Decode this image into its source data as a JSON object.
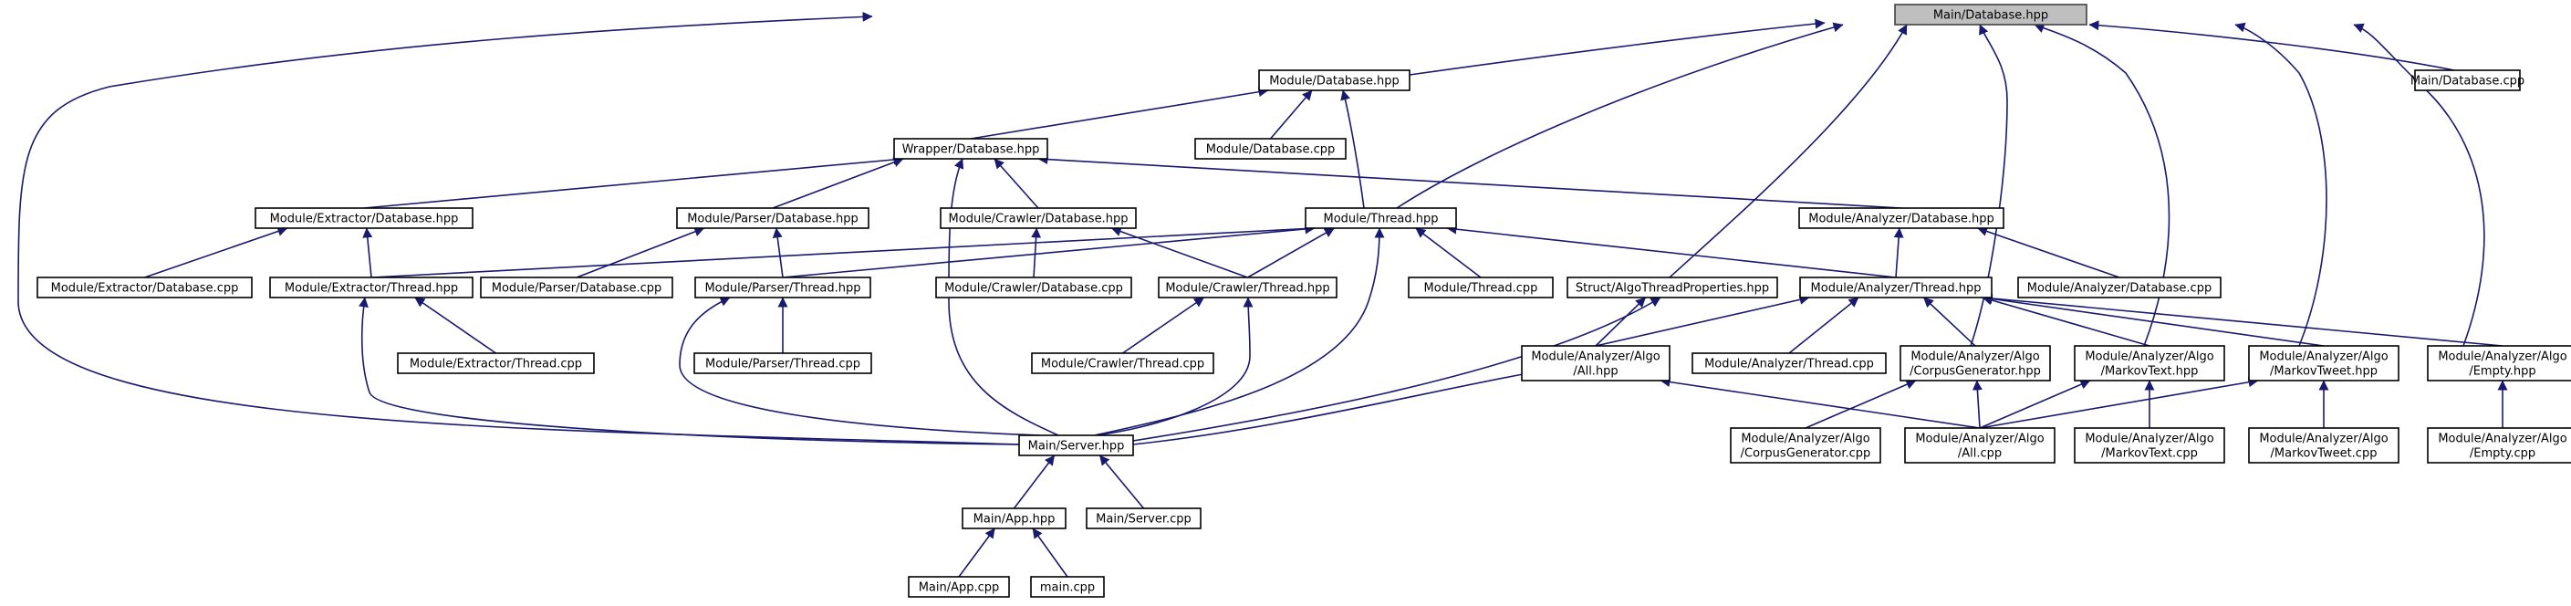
{
  "nodes": [
    {
      "id": "main_database_hpp",
      "lines": [
        "Main/Database.hpp"
      ],
      "highlight": true
    },
    {
      "id": "module_database_hpp",
      "lines": [
        "Module/Database.hpp"
      ]
    },
    {
      "id": "main_database_cpp",
      "lines": [
        "Main/Database.cpp"
      ]
    },
    {
      "id": "wrapper_database_hpp",
      "lines": [
        "Wrapper/Database.hpp"
      ]
    },
    {
      "id": "module_database_cpp",
      "lines": [
        "Module/Database.cpp"
      ]
    },
    {
      "id": "extractor_database_hpp",
      "lines": [
        "Module/Extractor/Database.hpp"
      ]
    },
    {
      "id": "parser_database_hpp",
      "lines": [
        "Module/Parser/Database.hpp"
      ]
    },
    {
      "id": "crawler_database_hpp",
      "lines": [
        "Module/Crawler/Database.hpp"
      ]
    },
    {
      "id": "module_thread_hpp",
      "lines": [
        "Module/Thread.hpp"
      ]
    },
    {
      "id": "analyzer_database_hpp",
      "lines": [
        "Module/Analyzer/Database.hpp"
      ]
    },
    {
      "id": "extractor_database_cpp",
      "lines": [
        "Module/Extractor/Database.cpp"
      ]
    },
    {
      "id": "extractor_thread_hpp",
      "lines": [
        "Module/Extractor/Thread.hpp"
      ]
    },
    {
      "id": "parser_database_cpp",
      "lines": [
        "Module/Parser/Database.cpp"
      ]
    },
    {
      "id": "parser_thread_hpp",
      "lines": [
        "Module/Parser/Thread.hpp"
      ]
    },
    {
      "id": "crawler_database_cpp",
      "lines": [
        "Module/Crawler/Database.cpp"
      ]
    },
    {
      "id": "crawler_thread_hpp",
      "lines": [
        "Module/Crawler/Thread.hpp"
      ]
    },
    {
      "id": "module_thread_cpp",
      "lines": [
        "Module/Thread.cpp"
      ]
    },
    {
      "id": "algo_thread_properties_hpp",
      "lines": [
        "Struct/AlgoThreadProperties.hpp"
      ]
    },
    {
      "id": "analyzer_thread_hpp",
      "lines": [
        "Module/Analyzer/Thread.hpp"
      ]
    },
    {
      "id": "analyzer_database_cpp",
      "lines": [
        "Module/Analyzer/Database.cpp"
      ]
    },
    {
      "id": "extractor_thread_cpp",
      "lines": [
        "Module/Extractor/Thread.cpp"
      ]
    },
    {
      "id": "parser_thread_cpp",
      "lines": [
        "Module/Parser/Thread.cpp"
      ]
    },
    {
      "id": "crawler_thread_cpp",
      "lines": [
        "Module/Crawler/Thread.cpp"
      ]
    },
    {
      "id": "algo_all_hpp",
      "lines": [
        "Module/Analyzer/Algo",
        "/All.hpp"
      ]
    },
    {
      "id": "analyzer_thread_cpp",
      "lines": [
        "Module/Analyzer/Thread.cpp"
      ]
    },
    {
      "id": "algo_corpus_generator_hpp",
      "lines": [
        "Module/Analyzer/Algo",
        "/CorpusGenerator.hpp"
      ]
    },
    {
      "id": "algo_markov_text_hpp",
      "lines": [
        "Module/Analyzer/Algo",
        "/MarkovText.hpp"
      ]
    },
    {
      "id": "algo_markov_tweet_hpp",
      "lines": [
        "Module/Analyzer/Algo",
        "/MarkovTweet.hpp"
      ]
    },
    {
      "id": "algo_empty_hpp",
      "lines": [
        "Module/Analyzer/Algo",
        "/Empty.hpp"
      ]
    },
    {
      "id": "main_server_hpp",
      "lines": [
        "Main/Server.hpp"
      ]
    },
    {
      "id": "algo_corpus_generator_cpp",
      "lines": [
        "Module/Analyzer/Algo",
        "/CorpusGenerator.cpp"
      ]
    },
    {
      "id": "algo_all_cpp",
      "lines": [
        "Module/Analyzer/Algo",
        "/All.cpp"
      ]
    },
    {
      "id": "algo_markov_text_cpp",
      "lines": [
        "Module/Analyzer/Algo",
        "/MarkovText.cpp"
      ]
    },
    {
      "id": "algo_markov_tweet_cpp",
      "lines": [
        "Module/Analyzer/Algo",
        "/MarkovTweet.cpp"
      ]
    },
    {
      "id": "algo_empty_cpp",
      "lines": [
        "Module/Analyzer/Algo",
        "/Empty.cpp"
      ]
    },
    {
      "id": "main_app_hpp",
      "lines": [
        "Main/App.hpp"
      ]
    },
    {
      "id": "main_server_cpp",
      "lines": [
        "Main/Server.cpp"
      ]
    },
    {
      "id": "main_app_cpp",
      "lines": [
        "Main/App.cpp"
      ]
    },
    {
      "id": "main_cpp",
      "lines": [
        "main.cpp"
      ]
    }
  ],
  "edges": [
    {
      "from": "module_database_hpp",
      "to": "main_database_hpp"
    },
    {
      "from": "main_database_cpp",
      "to": "main_database_hpp"
    },
    {
      "from": "module_thread_hpp",
      "to": "main_database_hpp"
    },
    {
      "from": "algo_thread_properties_hpp",
      "to": "main_database_hpp"
    },
    {
      "from": "algo_corpus_generator_hpp",
      "to": "main_database_hpp"
    },
    {
      "from": "algo_markov_text_hpp",
      "to": "main_database_hpp"
    },
    {
      "from": "algo_markov_tweet_hpp",
      "to": "main_database_hpp"
    },
    {
      "from": "algo_empty_hpp",
      "to": "main_database_hpp"
    },
    {
      "from": "main_server_hpp",
      "to": "main_database_hpp"
    },
    {
      "from": "wrapper_database_hpp",
      "to": "module_database_hpp"
    },
    {
      "from": "module_database_cpp",
      "to": "module_database_hpp"
    },
    {
      "from": "module_thread_hpp",
      "to": "module_database_hpp"
    },
    {
      "from": "extractor_database_hpp",
      "to": "wrapper_database_hpp"
    },
    {
      "from": "parser_database_hpp",
      "to": "wrapper_database_hpp"
    },
    {
      "from": "crawler_database_hpp",
      "to": "wrapper_database_hpp"
    },
    {
      "from": "analyzer_database_hpp",
      "to": "wrapper_database_hpp"
    },
    {
      "from": "main_server_hpp",
      "to": "wrapper_database_hpp"
    },
    {
      "from": "extractor_database_cpp",
      "to": "extractor_database_hpp"
    },
    {
      "from": "extractor_thread_hpp",
      "to": "extractor_database_hpp"
    },
    {
      "from": "parser_database_cpp",
      "to": "parser_database_hpp"
    },
    {
      "from": "parser_thread_hpp",
      "to": "parser_database_hpp"
    },
    {
      "from": "crawler_database_cpp",
      "to": "crawler_database_hpp"
    },
    {
      "from": "crawler_thread_hpp",
      "to": "crawler_database_hpp"
    },
    {
      "from": "extractor_thread_hpp",
      "to": "module_thread_hpp"
    },
    {
      "from": "parser_thread_hpp",
      "to": "module_thread_hpp"
    },
    {
      "from": "crawler_thread_hpp",
      "to": "module_thread_hpp"
    },
    {
      "from": "module_thread_cpp",
      "to": "module_thread_hpp"
    },
    {
      "from": "analyzer_thread_hpp",
      "to": "module_thread_hpp"
    },
    {
      "from": "main_server_hpp",
      "to": "module_thread_hpp"
    },
    {
      "from": "analyzer_thread_hpp",
      "to": "analyzer_database_hpp"
    },
    {
      "from": "analyzer_database_cpp",
      "to": "analyzer_database_hpp"
    },
    {
      "from": "extractor_thread_cpp",
      "to": "extractor_thread_hpp"
    },
    {
      "from": "main_server_hpp",
      "to": "extractor_thread_hpp"
    },
    {
      "from": "parser_thread_cpp",
      "to": "parser_thread_hpp"
    },
    {
      "from": "main_server_hpp",
      "to": "parser_thread_hpp"
    },
    {
      "from": "crawler_thread_cpp",
      "to": "crawler_thread_hpp"
    },
    {
      "from": "main_server_hpp",
      "to": "crawler_thread_hpp"
    },
    {
      "from": "algo_all_hpp",
      "to": "algo_thread_properties_hpp"
    },
    {
      "from": "main_server_hpp",
      "to": "algo_thread_properties_hpp"
    },
    {
      "from": "algo_all_hpp",
      "to": "analyzer_thread_hpp"
    },
    {
      "from": "analyzer_thread_cpp",
      "to": "analyzer_thread_hpp"
    },
    {
      "from": "algo_corpus_generator_hpp",
      "to": "analyzer_thread_hpp"
    },
    {
      "from": "algo_markov_text_hpp",
      "to": "analyzer_thread_hpp"
    },
    {
      "from": "algo_markov_tweet_hpp",
      "to": "analyzer_thread_hpp"
    },
    {
      "from": "algo_empty_hpp",
      "to": "analyzer_thread_hpp"
    },
    {
      "from": "main_server_hpp",
      "to": "algo_all_hpp"
    },
    {
      "from": "algo_all_cpp",
      "to": "algo_all_hpp"
    },
    {
      "from": "algo_corpus_generator_cpp",
      "to": "algo_corpus_generator_hpp"
    },
    {
      "from": "algo_all_cpp",
      "to": "algo_corpus_generator_hpp"
    },
    {
      "from": "algo_all_cpp",
      "to": "algo_markov_text_hpp"
    },
    {
      "from": "algo_markov_text_cpp",
      "to": "algo_markov_text_hpp"
    },
    {
      "from": "algo_all_cpp",
      "to": "algo_markov_tweet_hpp"
    },
    {
      "from": "algo_markov_tweet_cpp",
      "to": "algo_markov_tweet_hpp"
    },
    {
      "from": "algo_empty_cpp",
      "to": "algo_empty_hpp"
    },
    {
      "from": "main_app_hpp",
      "to": "main_server_hpp"
    },
    {
      "from": "main_server_cpp",
      "to": "main_server_hpp"
    },
    {
      "from": "main_app_cpp",
      "to": "main_app_hpp"
    },
    {
      "from": "main_cpp",
      "to": "main_app_hpp"
    }
  ],
  "colors": {
    "edge": "#191970",
    "node_border": "#000000",
    "root_fill": "#bfbfbf",
    "root_border": "#404040"
  }
}
